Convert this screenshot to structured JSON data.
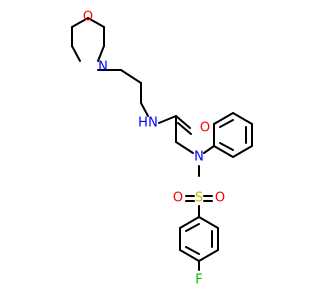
{
  "molecule": {
    "colors": {
      "bond": "#000000",
      "O": "#ff0000",
      "N": "#0000ff",
      "S": "#c0c000",
      "F": "#00c000",
      "H": "#0000ff",
      "background": "#ffffff"
    },
    "labels": {
      "morpholine_o": "O",
      "morpholine_n": "N",
      "amide_n": "N",
      "amide_h": "H",
      "carbonyl_o": "O",
      "sulfonamide_n": "N",
      "sulfur": "S",
      "sulfonyl_o_left": "O",
      "sulfonyl_o_right": "O",
      "fluorine": "F"
    }
  }
}
